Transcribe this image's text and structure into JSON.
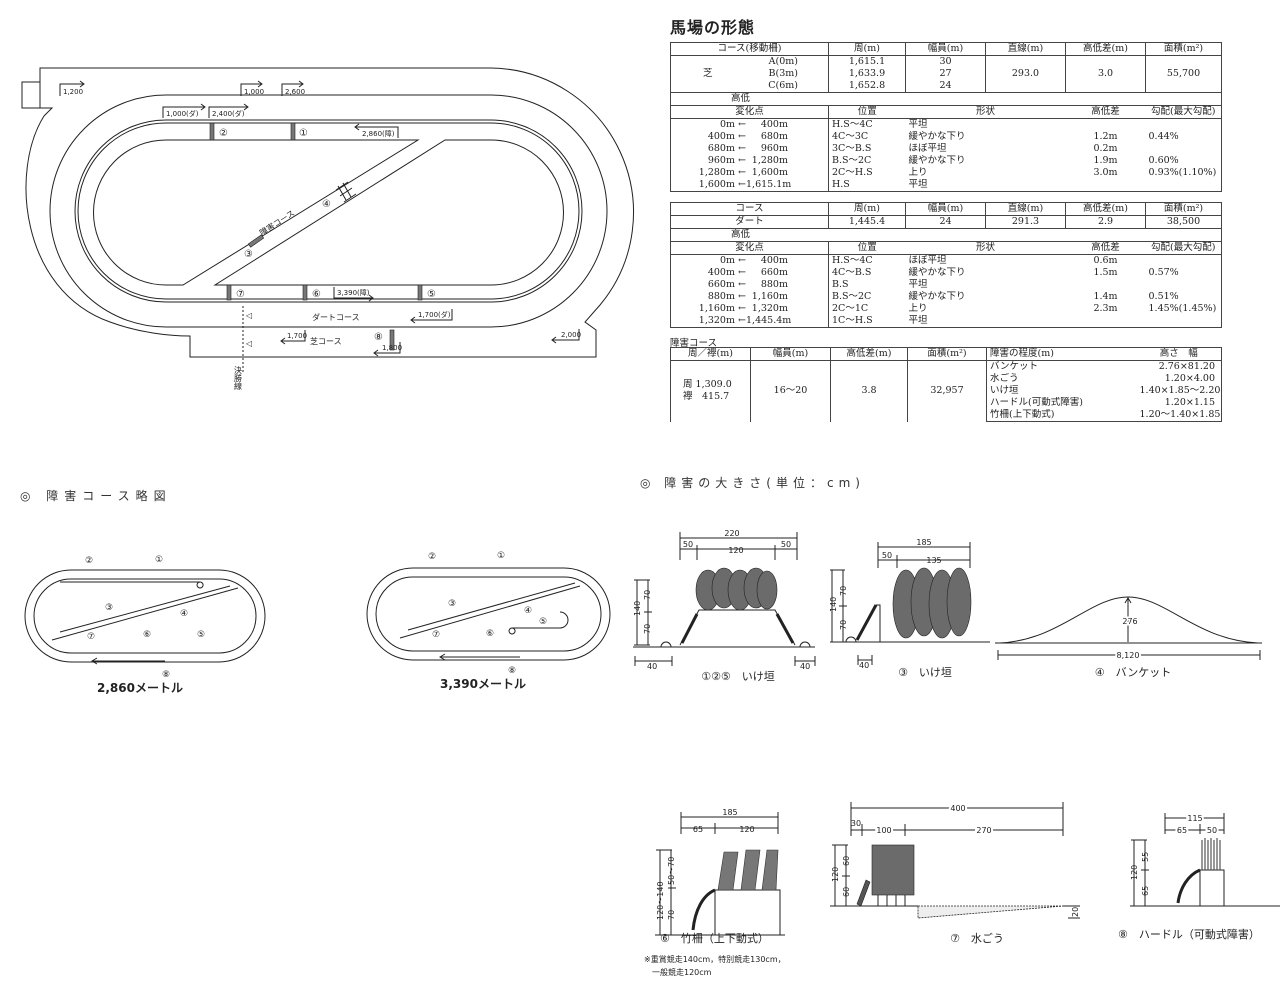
{
  "title": "馬場の形態",
  "turf": {
    "headers": [
      "コース(移動柵)",
      "周(m)",
      "幅員(m)",
      "直線(m)",
      "高低差(m)",
      "面積(m²)"
    ],
    "surface": "芝",
    "courses": [
      {
        "name": "A(0m)",
        "lap": "1,615.1",
        "width": "30"
      },
      {
        "name": "B(3m)",
        "lap": "1,633.9",
        "width": "27"
      },
      {
        "name": "C(6m)",
        "lap": "1,652.8",
        "width": "24"
      }
    ],
    "straight": "293.0",
    "elevation": "3.0",
    "area": "55,700"
  },
  "turf_profile": {
    "section_label": "高低",
    "headers": [
      "変化点",
      "位置",
      "形状",
      "高低差",
      "勾配(最大勾配)"
    ],
    "arrow": "←",
    "rows": [
      {
        "from": "0m",
        "to": "400m",
        "pos": "H.S～4C",
        "shape": "平坦",
        "diff": "",
        "grad": ""
      },
      {
        "from": "400m",
        "to": "680m",
        "pos": "4C～3C",
        "shape": "緩やかな下り",
        "diff": "1.2m",
        "grad": "0.44%"
      },
      {
        "from": "680m",
        "to": "960m",
        "pos": "3C～B.S",
        "shape": "ほぼ平坦",
        "diff": "0.2m",
        "grad": ""
      },
      {
        "from": "960m",
        "to": "1,280m",
        "pos": "B.S～2C",
        "shape": "緩やかな下り",
        "diff": "1.9m",
        "grad": "0.60%"
      },
      {
        "from": "1,280m",
        "to": "1,600m",
        "pos": "2C～H.S",
        "shape": "上り",
        "diff": "3.0m",
        "grad": "0.93%(1.10%)"
      },
      {
        "from": "1,600m",
        "to": "1,615.1m",
        "pos": "H.S",
        "shape": "平坦",
        "diff": "",
        "grad": ""
      }
    ]
  },
  "dirt": {
    "headers": [
      "コース",
      "周(m)",
      "幅員(m)",
      "直線(m)",
      "高低差(m)",
      "面積(m²)"
    ],
    "row": {
      "name": "ダート",
      "lap": "1,445.4",
      "width": "24",
      "straight": "291.3",
      "elevation": "2.9",
      "area": "38,500"
    }
  },
  "dirt_profile": {
    "section_label": "高低",
    "headers": [
      "変化点",
      "位置",
      "形状",
      "高低差",
      "勾配(最大勾配)"
    ],
    "arrow": "←",
    "rows": [
      {
        "from": "0m",
        "to": "400m",
        "pos": "H.S～4C",
        "shape": "ほぼ平坦",
        "diff": "0.6m",
        "grad": ""
      },
      {
        "from": "400m",
        "to": "660m",
        "pos": "4C～B.S",
        "shape": "緩やかな下り",
        "diff": "1.5m",
        "grad": "0.57%"
      },
      {
        "from": "660m",
        "to": "880m",
        "pos": "B.S",
        "shape": "平坦",
        "diff": "",
        "grad": ""
      },
      {
        "from": "880m",
        "to": "1,160m",
        "pos": "B.S～2C",
        "shape": "緩やかな下り",
        "diff": "1.4m",
        "grad": "0.51%"
      },
      {
        "from": "1,160m",
        "to": "1,320m",
        "pos": "2C～1C",
        "shape": "上り",
        "diff": "2.3m",
        "grad": "1.45%(1.45%)"
      },
      {
        "from": "1,320m",
        "to": "1,445.4m",
        "pos": "1C～H.S",
        "shape": "平坦",
        "diff": "",
        "grad": ""
      }
    ]
  },
  "jump": {
    "caption": "障害コース",
    "headers": [
      "周／襷(m)",
      "幅員(m)",
      "高低差(m)",
      "面積(m²)",
      "障害の程度(m)",
      "高さ　幅"
    ],
    "lap": "周 1,309.0",
    "diagonal": "襷　415.7",
    "width": "16～20",
    "elevation": "3.8",
    "area": "32,957",
    "obstacles": [
      {
        "name": "バンケット",
        "size": "2.76×81.20"
      },
      {
        "name": "水ごう",
        "size": "1.20×4.00"
      },
      {
        "name": "いけ垣",
        "size": "1.40×1.85～2.20"
      },
      {
        "name": "ハードル(可動式障害)",
        "size": "1.20×1.15"
      },
      {
        "name": "竹柵(上下動式)",
        "size": "1.20～1.40×1.85"
      }
    ]
  },
  "track_map": {
    "markers": {
      "m1200": "1,200",
      "m1000": "1,000",
      "m2600": "2,600",
      "m1000d": "1,000(ダ)",
      "m2400d": "2,400(ダ)",
      "m2860j": "2,860(障)",
      "m3390j": "3,390(障)",
      "m1700d": "1,700(ダ)",
      "m1700": "1,700",
      "m1800": "1,800",
      "m2000": "2,000"
    },
    "labels": {
      "jump_course": "障害コース",
      "dirt_course": "ダートコース",
      "turf_course": "芝コース",
      "finish_line": "決勝線"
    },
    "obstacles": [
      "①",
      "②",
      "③",
      "④",
      "⑤",
      "⑥",
      "⑦",
      "⑧"
    ]
  },
  "schematic": {
    "title": "◎ 障害コース略図",
    "numbers": [
      "①",
      "②",
      "③",
      "④",
      "⑤",
      "⑥",
      "⑦",
      "⑧"
    ],
    "left_distance": "2,860メートル",
    "right_distance": "3,390メートル"
  },
  "obstacle_sizes": {
    "title": "◎ 障害の大きさ(単位：cm)",
    "hedge_a": {
      "caption": "①②⑤　いけ垣",
      "total": "220",
      "left": "50",
      "mid": "120",
      "right": "50",
      "height": "140",
      "upper": "70",
      "lower": "70",
      "base_left": "40",
      "base_right": "40"
    },
    "hedge_b": {
      "caption": "③　いけ垣",
      "total": "185",
      "left": "50",
      "mid": "135",
      "height": "140",
      "upper": "70",
      "lower": "70",
      "base": "40"
    },
    "banquette": {
      "caption": "④　バンケット",
      "height": "276",
      "width": "8,120"
    },
    "bamboo": {
      "caption": "⑥　竹柵（上下動式）",
      "total": "185",
      "left": "65",
      "right": "120",
      "height": "120～140",
      "upper": "50～70",
      "lower": "70",
      "note_1": "※重賞競走140cm，特別競走130cm，",
      "note_2": "一般競走120cm"
    },
    "water": {
      "caption": "⑦　水ごう",
      "total": "400",
      "a": "30",
      "b": "100",
      "c": "270",
      "height": "120",
      "upper": "60",
      "lower": "60",
      "depth": "20"
    },
    "hurdle": {
      "caption": "⑧　ハードル（可動式障害）",
      "total": "115",
      "left": "65",
      "right": "50",
      "height": "120",
      "upper": "55",
      "lower": "65"
    }
  }
}
